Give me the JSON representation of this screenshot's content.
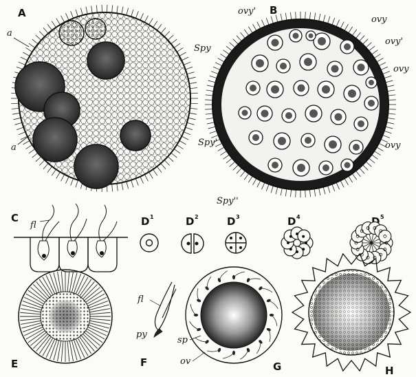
{
  "figures": {
    "A": {
      "letter": "A",
      "labels": [
        "a",
        "a"
      ]
    },
    "B": {
      "letter": "B",
      "labels": [
        "ovy'",
        "ovy",
        "ovy'",
        "ovy",
        "ovy",
        "Spy",
        "Spy'",
        "Spy''"
      ]
    },
    "C": {
      "letter": "C",
      "labels": [
        "fl"
      ]
    },
    "D": {
      "letter": "D",
      "stages": [
        "1",
        "2",
        "3",
        "4",
        "5"
      ]
    },
    "E": {
      "letter": "E"
    },
    "F": {
      "letter": "F",
      "labels": [
        "fl",
        "py"
      ]
    },
    "G": {
      "letter": "G",
      "labels": [
        "sp",
        "ov"
      ]
    },
    "H": {
      "letter": "H"
    }
  },
  "colors": {
    "ink": "#151515",
    "paper": "#fbfbf8",
    "dark_fill": "#3a3a3a"
  }
}
